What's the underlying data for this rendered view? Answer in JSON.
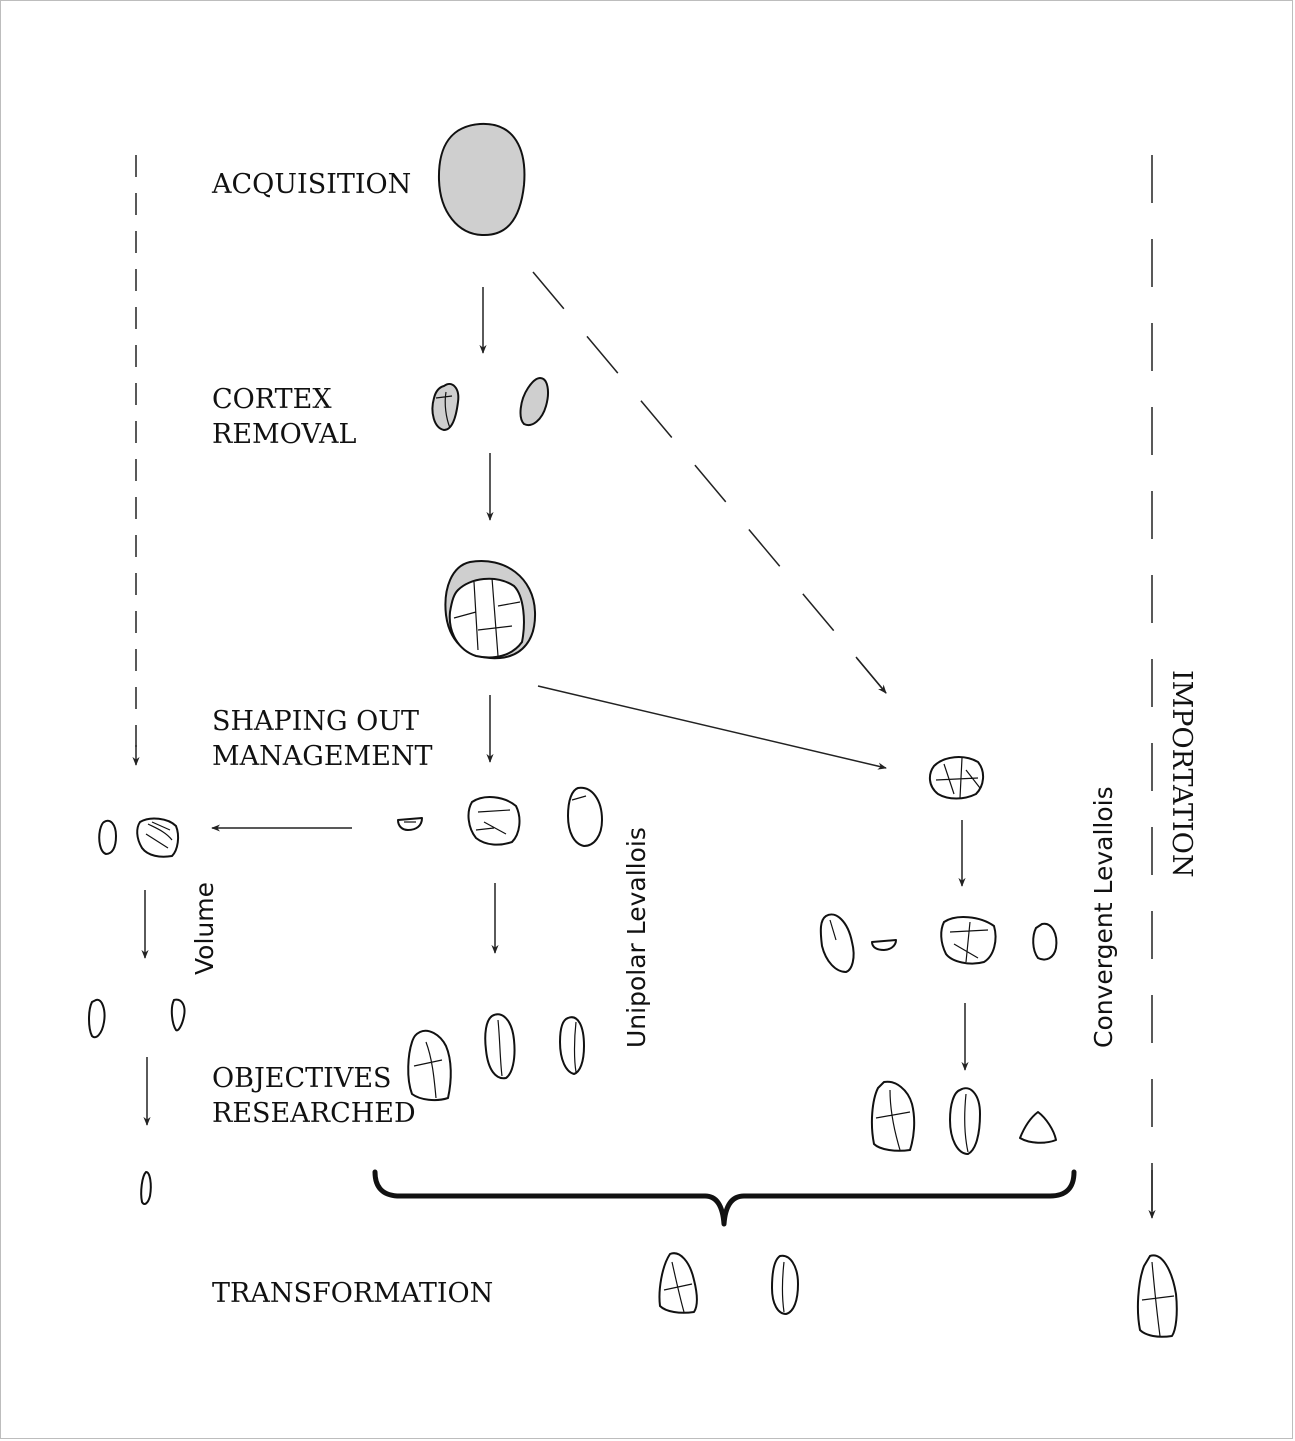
{
  "stages": {
    "acquisition": "ACQUISITION",
    "cortex_removal_1": "CORTEX",
    "cortex_removal_2": "REMOVAL",
    "shaping_1": "SHAPING OUT",
    "shaping_2": "MANAGEMENT",
    "objectives_1": "OBJECTIVES",
    "objectives_2": "RESEARCHED",
    "transformation": "TRANSFORMATION"
  },
  "methods": {
    "volume": "Volume",
    "unipolar": "Unipolar Levallois",
    "convergent": "Convergent Levallois"
  },
  "importation": "IMPORTATION",
  "colors": {
    "cortex_fill": "#cfcfcf",
    "line": "#222222",
    "background": "#ffffff"
  }
}
